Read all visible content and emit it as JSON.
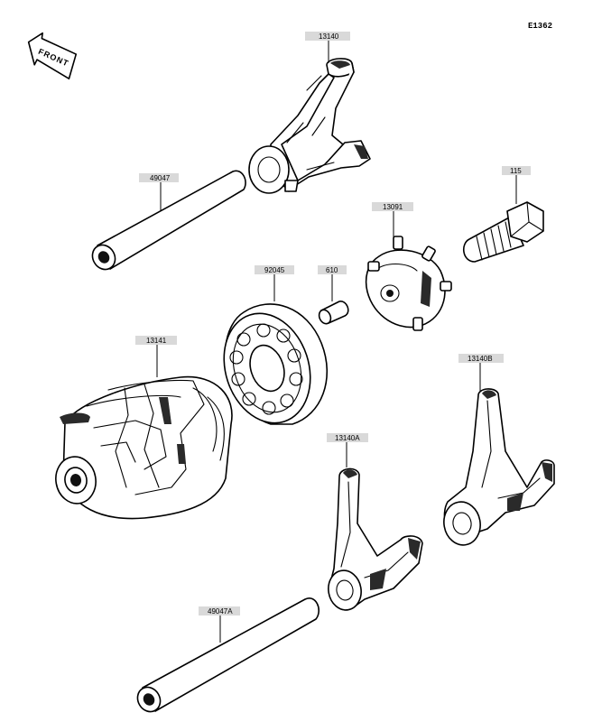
{
  "diagram_code": "E1362",
  "front_arrow": {
    "text": "FRONT"
  },
  "callouts": {
    "p13140": "13140",
    "p49047": "49047",
    "p115": "115",
    "p13091": "13091",
    "p92045": "92045",
    "p610": "610",
    "p13141": "13141",
    "p13140B": "13140B",
    "p13140A": "13140A",
    "p49047A": "49047A"
  }
}
